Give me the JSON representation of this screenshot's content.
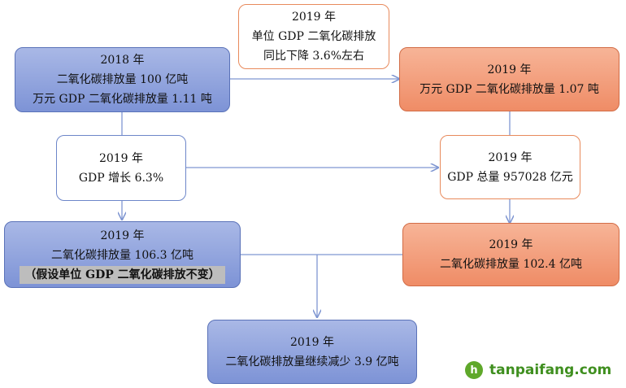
{
  "boxes": {
    "top_note": {
      "lines": [
        "2019 年",
        "单位 GDP 二氧化碳排放",
        "同比下降 3.6%左右"
      ]
    },
    "y2018": {
      "lines": [
        "2018 年",
        "二氧化碳排放量 100 亿吨",
        "万元 GDP 二氧化碳排放量 1.11 吨"
      ]
    },
    "y2019_intensity": {
      "lines": [
        "2019 年",
        "万元 GDP 二氧化碳排放量 1.07 吨"
      ]
    },
    "gdp_growth": {
      "lines": [
        "2019 年",
        "GDP 增长 6.3%"
      ]
    },
    "gdp_total": {
      "lines": [
        "2019 年",
        "GDP 总量 957028 亿元"
      ]
    },
    "assumed": {
      "lines": [
        "2019 年",
        "二氧化碳排放量 106.3 亿吨"
      ],
      "note": "（假设单位 GDP 二氧化碳排放不变）"
    },
    "actual": {
      "lines": [
        "2019 年",
        "二氧化碳排放量 102.4 亿吨"
      ]
    },
    "result": {
      "lines": [
        "2019 年",
        "二氧化碳排放量继续减少 3.9 亿吨"
      ]
    }
  },
  "watermark": {
    "text": "tanpaifang.com",
    "icon": "leaf-logo-icon"
  },
  "colors": {
    "blue_box": "#8ea2dc",
    "orange_box": "#f29a74",
    "arrow": "#7f96d2"
  }
}
